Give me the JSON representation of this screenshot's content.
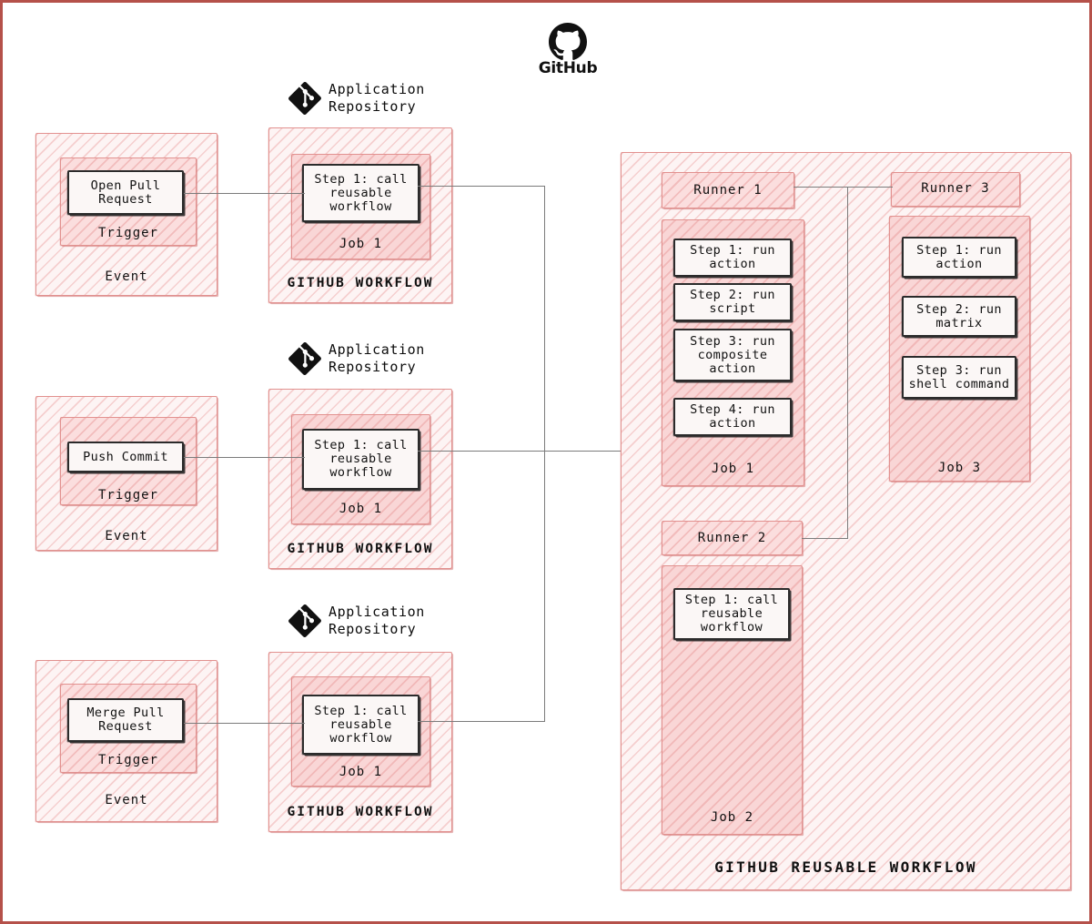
{
  "brand": {
    "name": "GitHub",
    "icon": "github-logo-icon"
  },
  "events": [
    {
      "outer_label": "Event",
      "inner_label": "Trigger",
      "trigger": "Open Pull\nRequest"
    },
    {
      "outer_label": "Event",
      "inner_label": "Trigger",
      "trigger": "Push Commit"
    },
    {
      "outer_label": "Event",
      "inner_label": "Trigger",
      "trigger": "Merge Pull\nRequest"
    }
  ],
  "repositories": [
    {
      "header": "Application\nRepository",
      "icon": "git-logo-icon",
      "workflow_label": "GITHUB WORKFLOW",
      "job_label": "Job 1",
      "steps": [
        "Step 1: call\nreusable\nworkflow"
      ]
    },
    {
      "header": "Application\nRepository",
      "icon": "git-logo-icon",
      "workflow_label": "GITHUB WORKFLOW",
      "job_label": "Job 1",
      "steps": [
        "Step 1: call\nreusable\nworkflow"
      ]
    },
    {
      "header": "Application\nRepository",
      "icon": "git-logo-icon",
      "workflow_label": "GITHUB WORKFLOW",
      "job_label": "Job 1",
      "steps": [
        "Step 1: call\nreusable\nworkflow"
      ]
    }
  ],
  "reusable": {
    "label": "GITHUB REUSABLE WORKFLOW",
    "runners": [
      {
        "name": "Runner 1",
        "job_label": "Job 1",
        "steps": [
          "Step 1: run\naction",
          "Step 2: run\nscript",
          "Step 3: run\ncomposite\naction",
          "Step 4: run\naction"
        ]
      },
      {
        "name": "Runner 3",
        "job_label": "Job 3",
        "steps": [
          "Step 1: run\naction",
          "Step 2: run\nmatrix",
          "Step 3: run\nshell command"
        ]
      },
      {
        "name": "Runner 2",
        "job_label": "Job 2",
        "steps": [
          "Step 1: call\nreusable\nworkflow"
        ]
      }
    ]
  },
  "colors": {
    "page_border": "#b5514a",
    "box_border": "#e2918f",
    "step_border": "#2b2b2b",
    "wire": "#7b7b7b",
    "hatch_fill": "#fdf4f4",
    "accent_fill": "#fbdede"
  }
}
